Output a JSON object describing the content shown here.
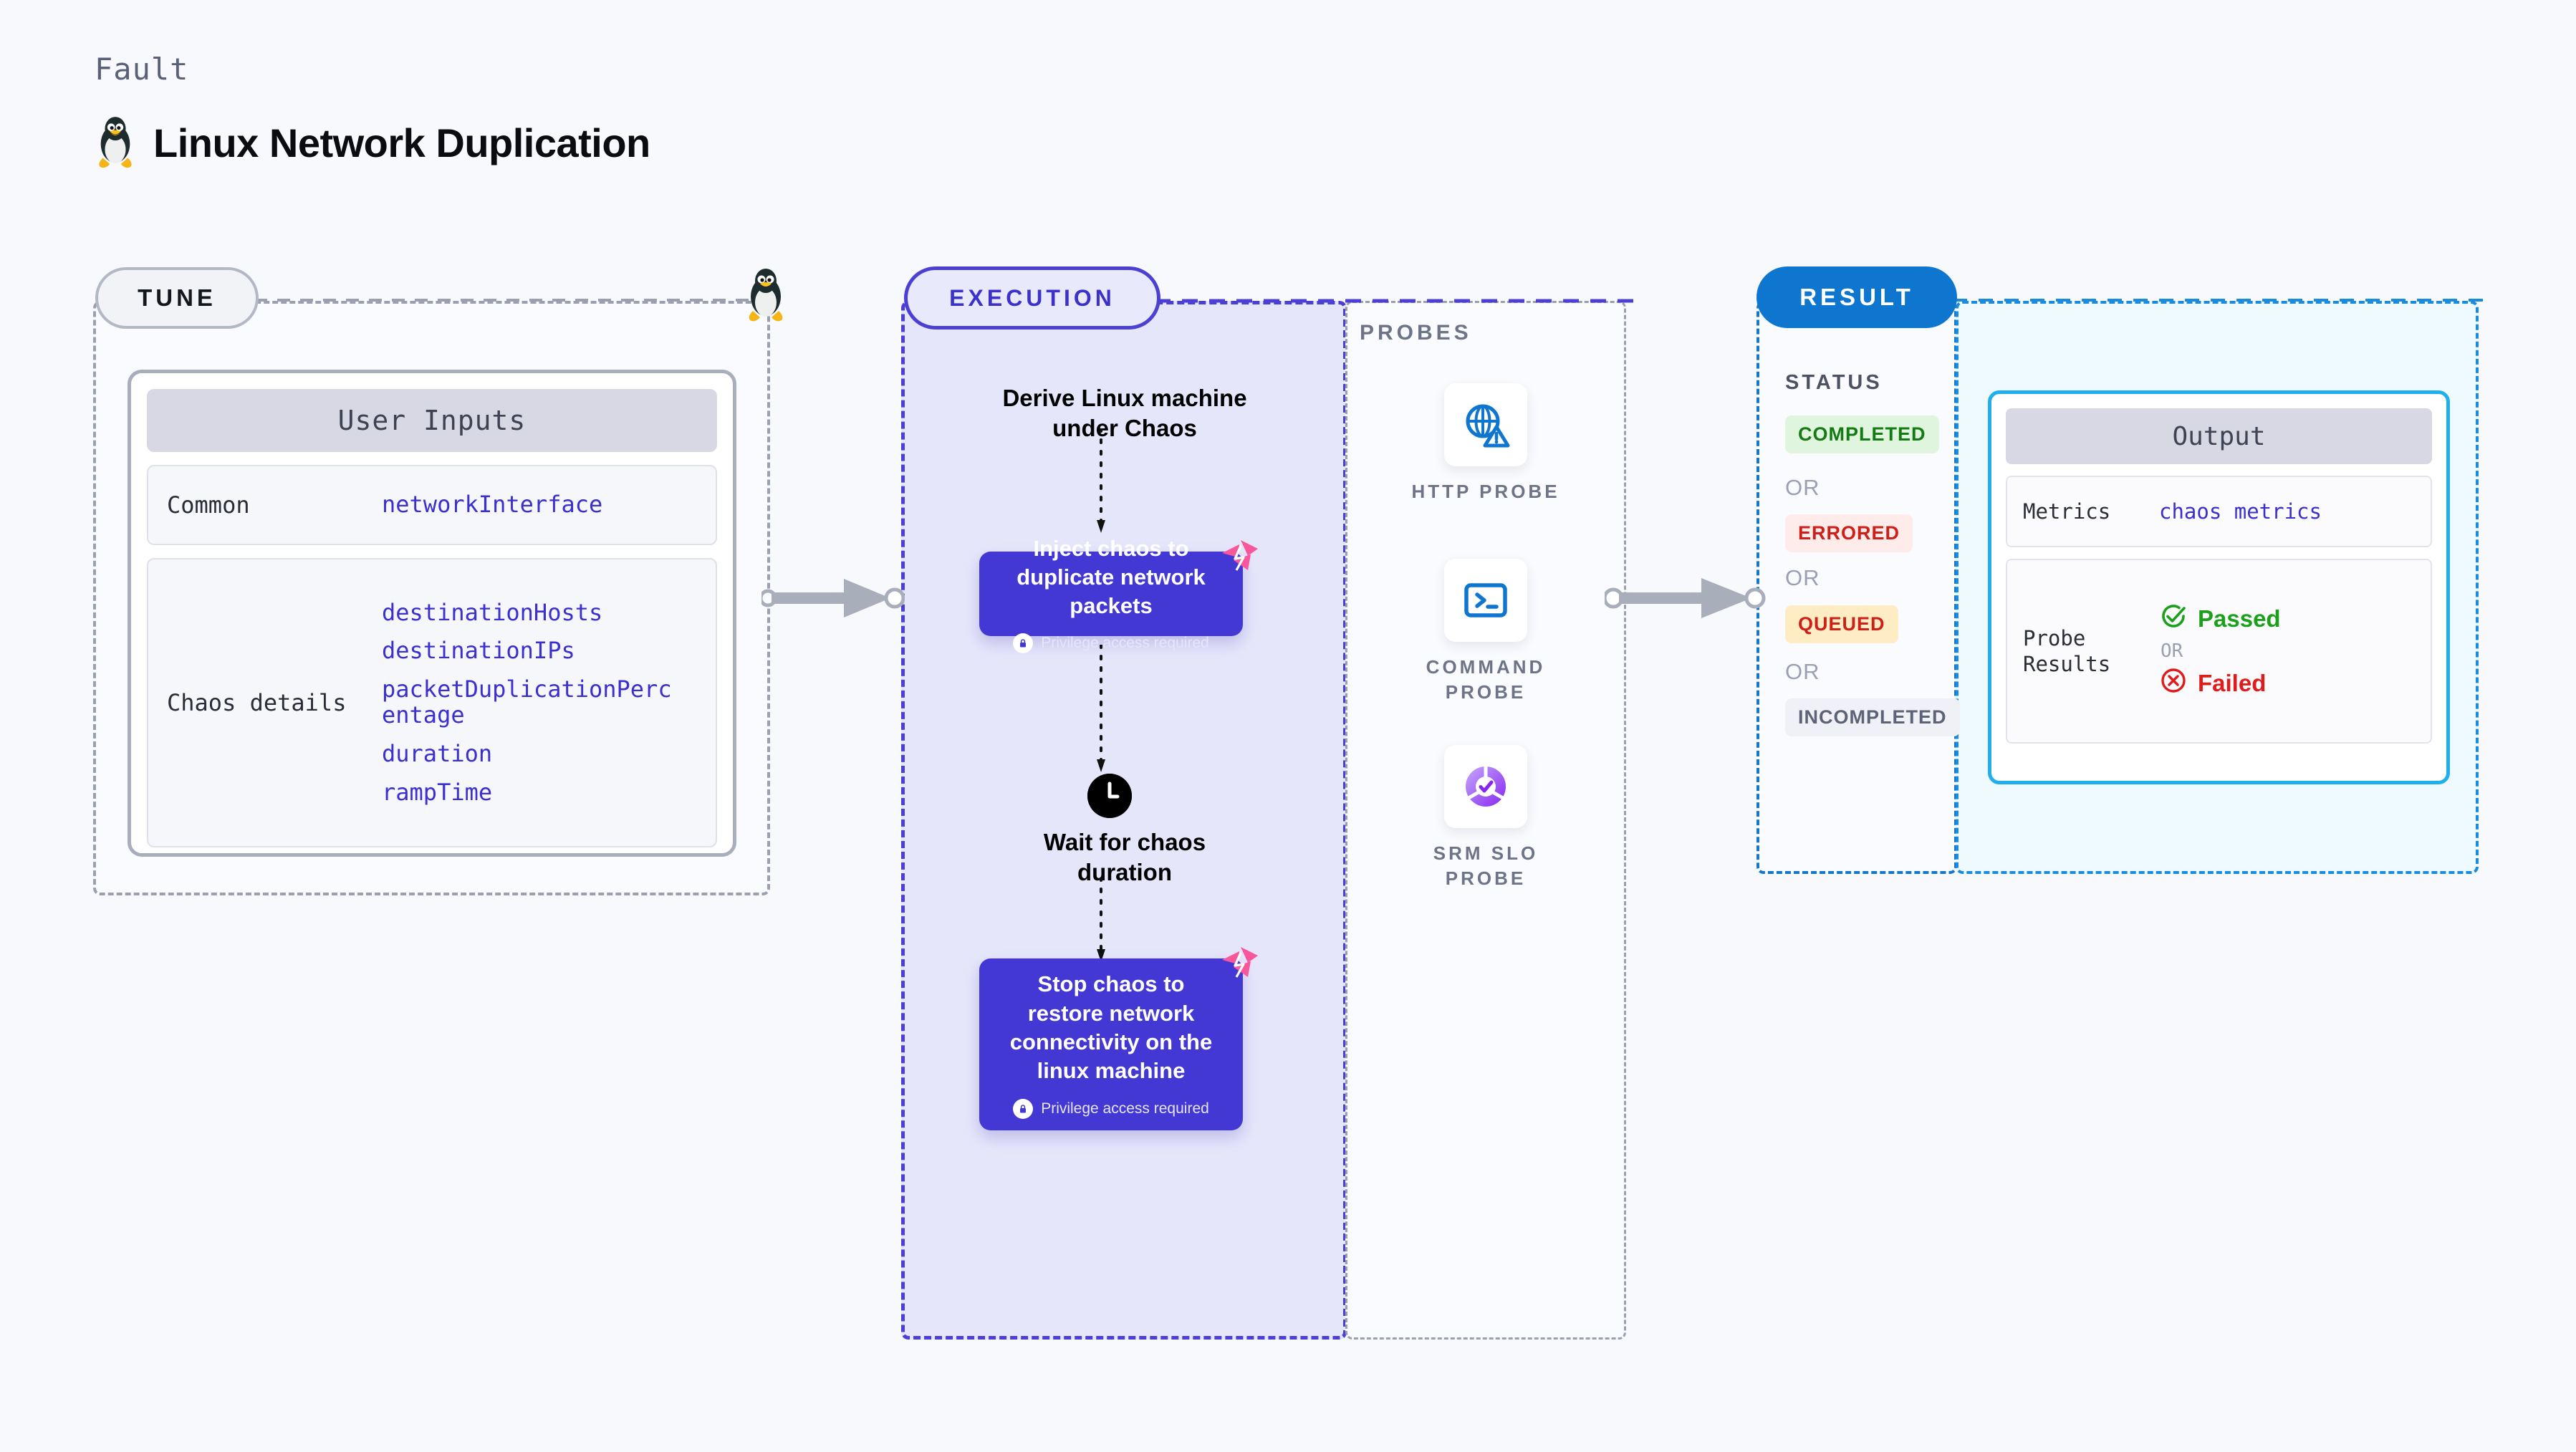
{
  "header": {
    "kicker": "Fault",
    "title": "Linux Network Duplication",
    "icon": "linux-penguin-icon"
  },
  "colors": {
    "page_background": "#f8f9fc",
    "tune_border": "#9aa0b0",
    "execution_accent": "#4b3fd4",
    "execution_fill": "#e6e6fb",
    "result_accent": "#0f76cf",
    "output_accent": "#1fb0ec",
    "mono_value": "#3b2fd0",
    "chaos_mark": "#f9579b",
    "probe_blue": "#0f76cf",
    "status_completed": "#157a14",
    "status_errored": "#ce2019",
    "status_queued": "#ce2019",
    "status_incompleted": "#5d6376",
    "passed": "#1ba01b",
    "failed": "#e01b1b"
  },
  "tune": {
    "label": "TUNE",
    "badge_icon": "linux-penguin-icon",
    "card": {
      "header": "User Inputs",
      "rows": [
        {
          "label": "Common",
          "values": [
            "networkInterface"
          ]
        },
        {
          "label": "Chaos details",
          "values": [
            "destinationHosts",
            "destinationIPs",
            "packetDuplicationPercentage",
            "duration",
            "rampTime"
          ]
        }
      ]
    }
  },
  "execution": {
    "label": "EXECUTION",
    "steps": [
      {
        "type": "text",
        "text": "Derive Linux machine\nunder Chaos"
      },
      {
        "type": "box",
        "title": "Inject chaos to duplicate network packets",
        "privilege_note": "Privilege access required",
        "badge_icon": "chaos-mark-icon",
        "lock_icon": "lock-icon"
      },
      {
        "type": "text",
        "text": "Wait for chaos\nduration",
        "icon": "clock-icon"
      },
      {
        "type": "box",
        "title": "Stop chaos to restore network connectivity on the linux machine",
        "privilege_note": "Privilege access required",
        "badge_icon": "chaos-mark-icon",
        "lock_icon": "lock-icon"
      }
    ]
  },
  "probes": {
    "title": "PROBES",
    "items": [
      {
        "name": "HTTP PROBE",
        "icon": "globe-warning-icon"
      },
      {
        "name": "COMMAND\nPROBE",
        "icon": "terminal-icon"
      },
      {
        "name": "SRM SLO\nPROBE",
        "icon": "slo-donut-check-icon"
      }
    ]
  },
  "result": {
    "label": "RESULT",
    "status_title": "STATUS",
    "or_label": "OR",
    "statuses": [
      "COMPLETED",
      "ERRORED",
      "QUEUED",
      "INCOMPLETED"
    ]
  },
  "output": {
    "header": "Output",
    "rows": [
      {
        "label": "Metrics",
        "value": "chaos metrics"
      },
      {
        "label": "Probe\nResults",
        "passed": "Passed",
        "or_label": "OR",
        "failed": "Failed",
        "passed_icon": "check-circle-icon",
        "failed_icon": "x-circle-icon"
      }
    ]
  }
}
